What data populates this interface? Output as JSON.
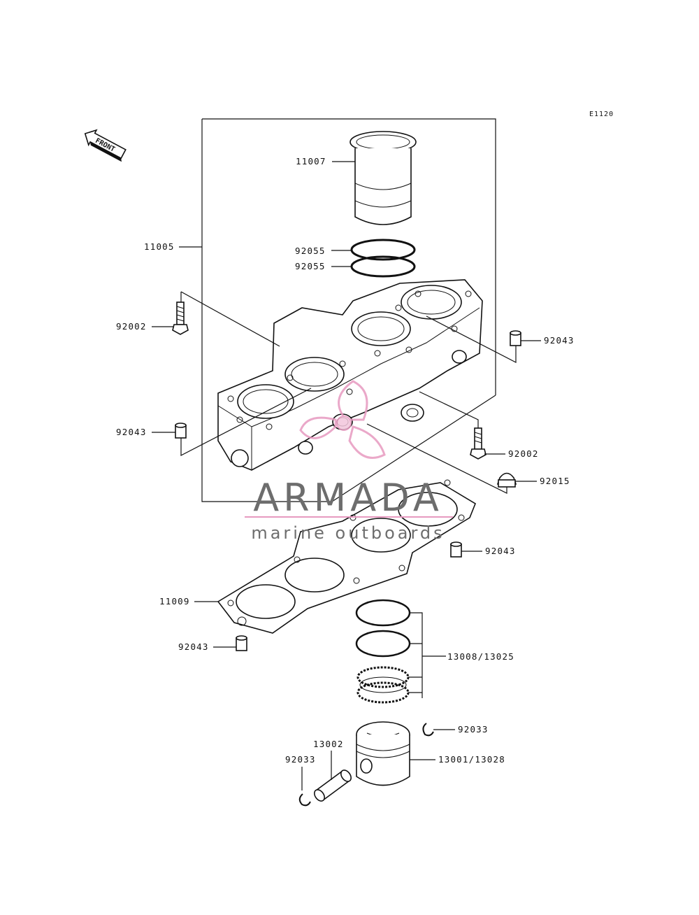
{
  "diagram": {
    "code": "E1120",
    "front_label": "FRONT",
    "labels": {
      "p11007": "11007",
      "p11005": "11005",
      "p92055a": "92055",
      "p92055b": "92055",
      "p92002a": "92002",
      "p92043a": "92043",
      "p92043b": "92043",
      "p92002b": "92002",
      "p92015": "92015",
      "p92043c": "92043",
      "p11009": "11009",
      "p92043d": "92043",
      "p13008": "13008/13025",
      "p92033a": "92033",
      "p13002": "13002",
      "p92033b": "92033",
      "p13001": "13001/13028"
    }
  },
  "watermark": {
    "brand": "ARMADA",
    "tagline": "marine outboards",
    "color": "#e79ac0"
  }
}
